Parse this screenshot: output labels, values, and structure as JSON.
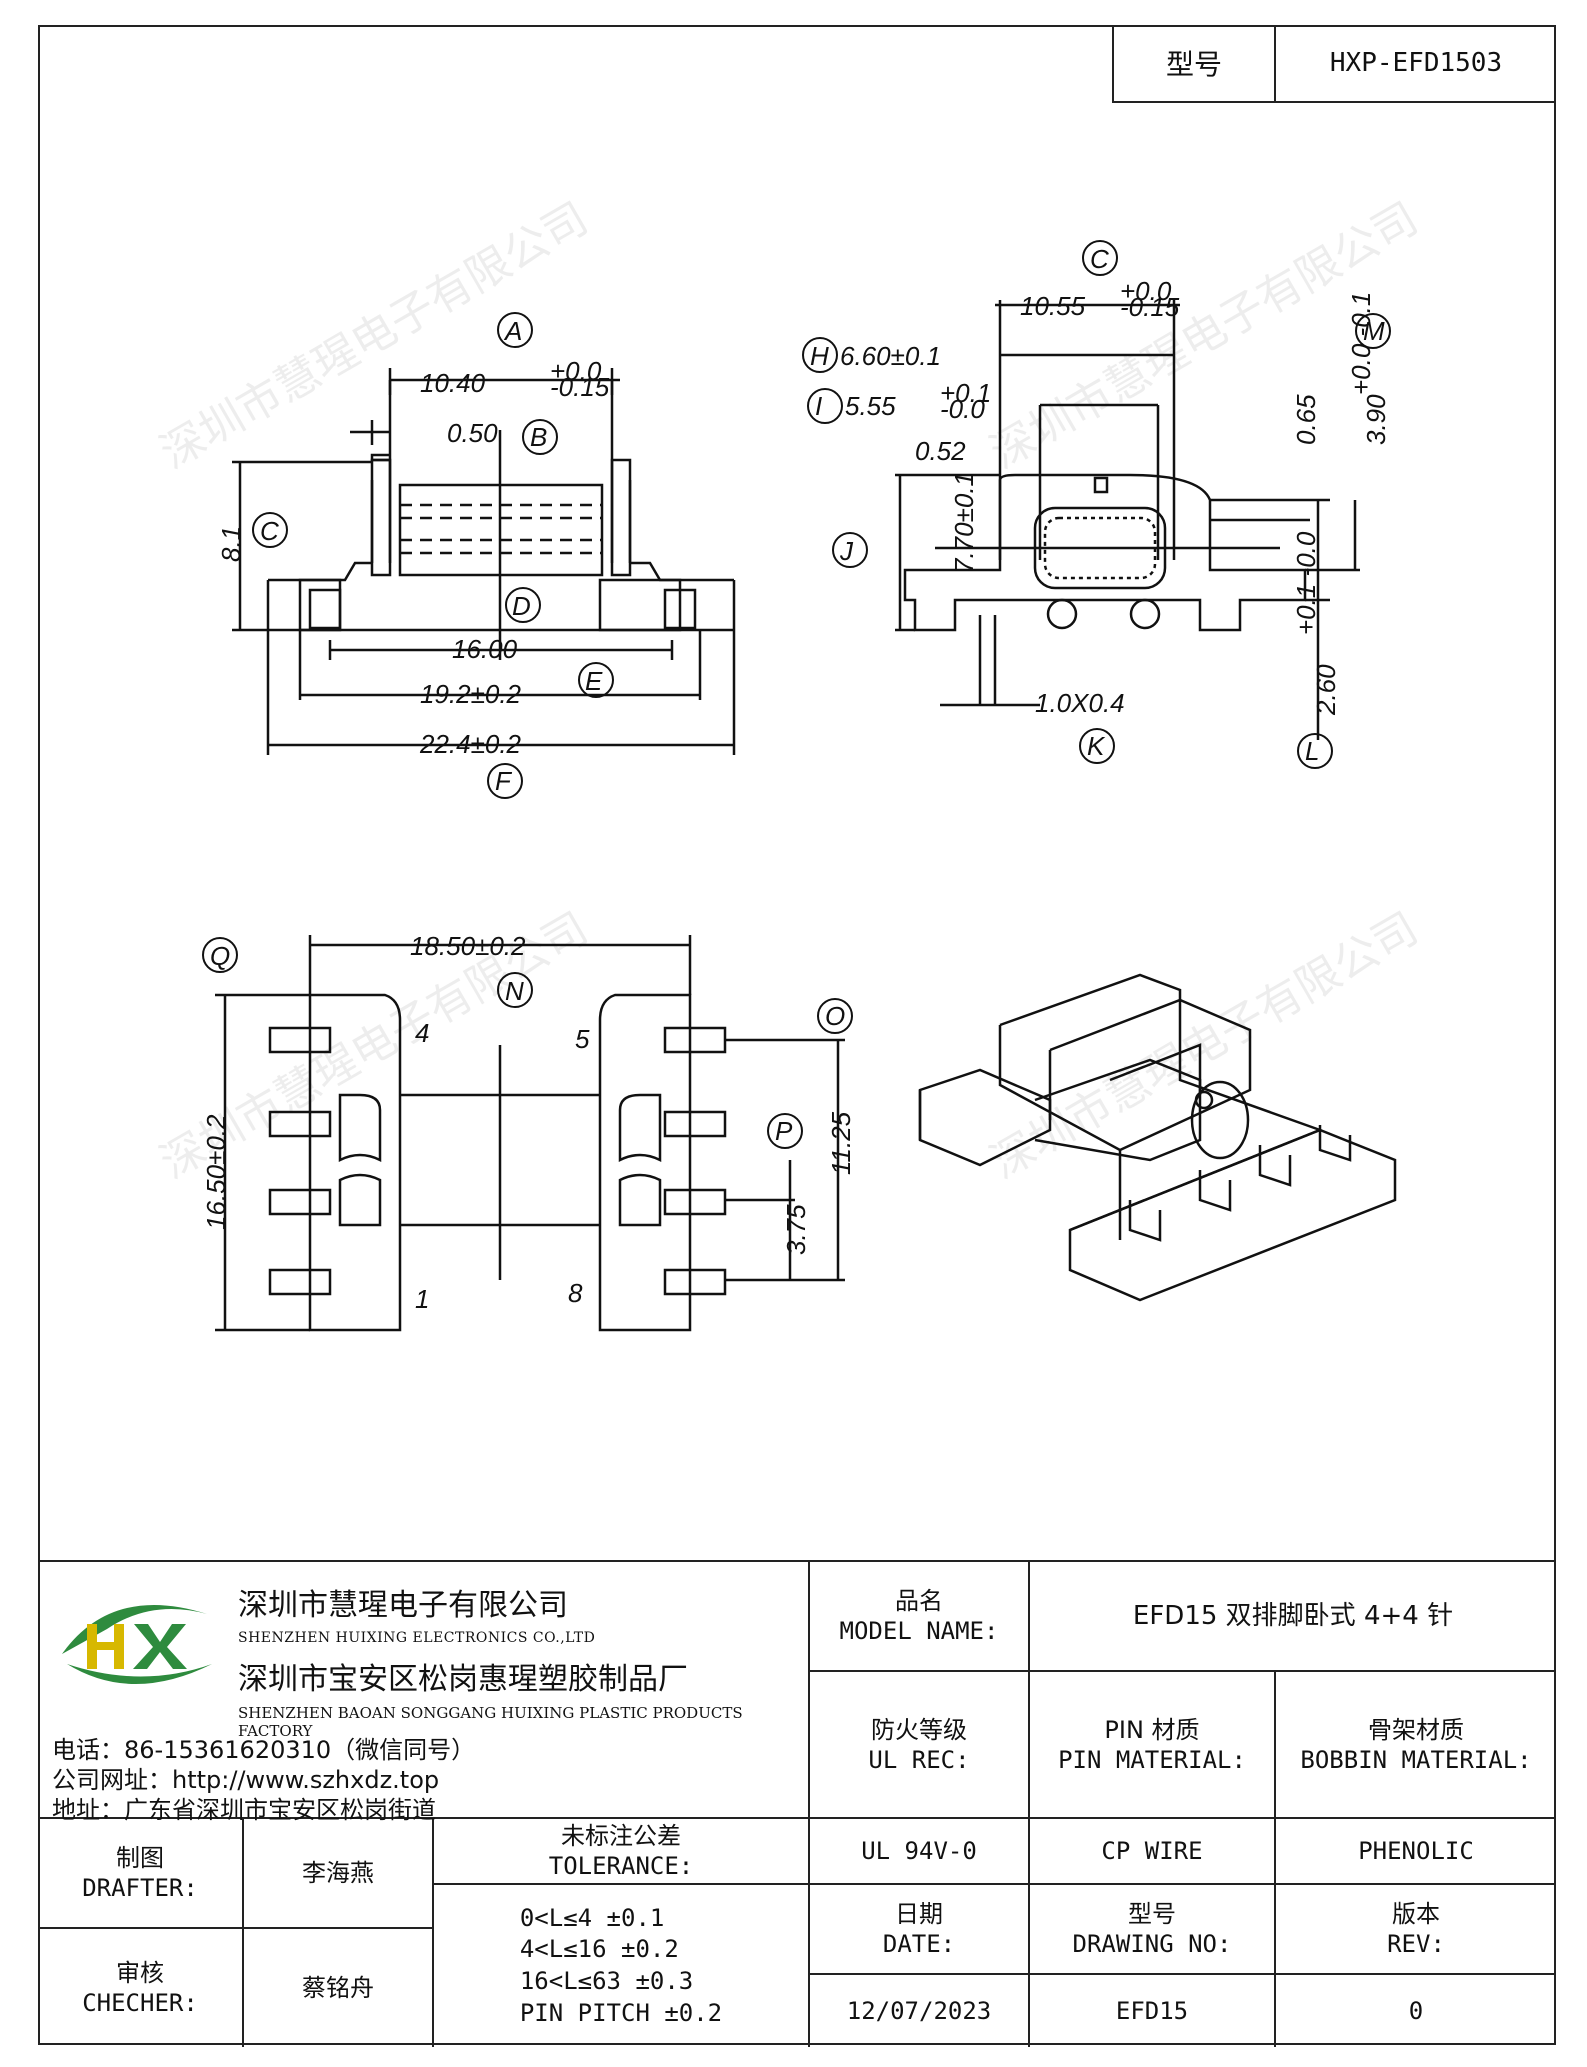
{
  "header": {
    "model_label": "型号",
    "model_value": "HXP-EFD1503"
  },
  "watermark": "深圳市慧瑆电子有限公司",
  "drawing": {
    "dim_a": "10.40",
    "tol_a_plus": "+0.0",
    "tol_a_minus": "-0.15",
    "label_a": "A",
    "dim_b": "0.50",
    "label_b": "B",
    "dim_c_left": "8.1",
    "label_c_left": "C",
    "label_d": "D",
    "dim_d": "16.00",
    "dim_e": "19.2±0.2",
    "label_e": "E",
    "dim_f": "22.4±0.2",
    "label_f": "F",
    "dim_c": "10.55",
    "tol_c_plus": "+0.0",
    "tol_c_minus": "-0.15",
    "label_c": "C",
    "label_h": "H",
    "dim_h": "6.60±0.1",
    "label_i": "I",
    "dim_i": "5.55",
    "tol_i_plus": "+0.1",
    "tol_i_minus": "-0.0",
    "dim_062": "0.52",
    "label_j": "J",
    "dim_j": "7.70±0.1",
    "dim_065": "0.65",
    "label_m": "M",
    "dim_m": "3.90",
    "tol_m": "+0.0 -0.1",
    "dim_k": "1.0X0.4",
    "label_k": "K",
    "dim_l": "2.60",
    "tol_l": "+0.1 -0.0",
    "label_l": "L",
    "label_q": "Q",
    "dim_n": "18.50±0.2",
    "label_n": "N",
    "dim_q": "16.50±0.2",
    "label_o": "O",
    "label_p": "P",
    "dim_p": "3.75",
    "dim_o": "11.25",
    "pin_4": "4",
    "pin_5": "5",
    "pin_1": "1",
    "pin_8": "8"
  },
  "company": {
    "logo_text": "HX",
    "name_cn_1": "深圳市慧瑆电子有限公司",
    "name_en_1": "SHENZHEN HUIXING ELECTRONICS CO.,LTD",
    "name_cn_2": "深圳市宝安区松岗惠瑆塑胶制品厂",
    "name_en_2": "SHENZHEN BAOAN SONGGANG HUIXING PLASTIC PRODUCTS FACTORY",
    "phone": "电话：86-15361620310（微信同号）",
    "website": "公司网址：http://www.szhxdz.top",
    "address": "地址：广东省深圳市宝安区松岗街道"
  },
  "table": {
    "model_name_label_cn": "品名",
    "model_name_label_en": "MODEL NAME:",
    "model_name_value": "EFD15 双排脚卧式 4+4 针",
    "ul_label_cn": "防火等级",
    "ul_label_en": "UL REC:",
    "pin_label_cn": "PIN 材质",
    "pin_label_en": "PIN MATERIAL:",
    "bobbin_label_cn": "骨架材质",
    "bobbin_label_en": "BOBBIN MATERIAL:",
    "ul_value": "UL 94V-0",
    "pin_value": "CP WIRE",
    "bobbin_value": "PHENOLIC",
    "drafter_label_cn": "制图",
    "drafter_label_en": "DRAFTER:",
    "drafter_value": "李海燕",
    "tolerance_label_cn": "未标注公差",
    "tolerance_label_en": "TOLERANCE:",
    "tolerance_lines": [
      "0<L≤4  ±0.1",
      "4<L≤16 ±0.2",
      "16<L≤63 ±0.3",
      "PIN PITCH ±0.2"
    ],
    "checker_label_cn": "审核",
    "checker_label_en": "CHECHER:",
    "checker_value": "蔡铭舟",
    "date_label_cn": "日期",
    "date_label_en": "DATE:",
    "date_value": "12/07/2023",
    "drawing_no_label_cn": "型号",
    "drawing_no_label_en": "DRAWING NO:",
    "drawing_no_value": "EFD15",
    "rev_label_cn": "版本",
    "rev_label_en": "REV:",
    "rev_value": "0"
  }
}
